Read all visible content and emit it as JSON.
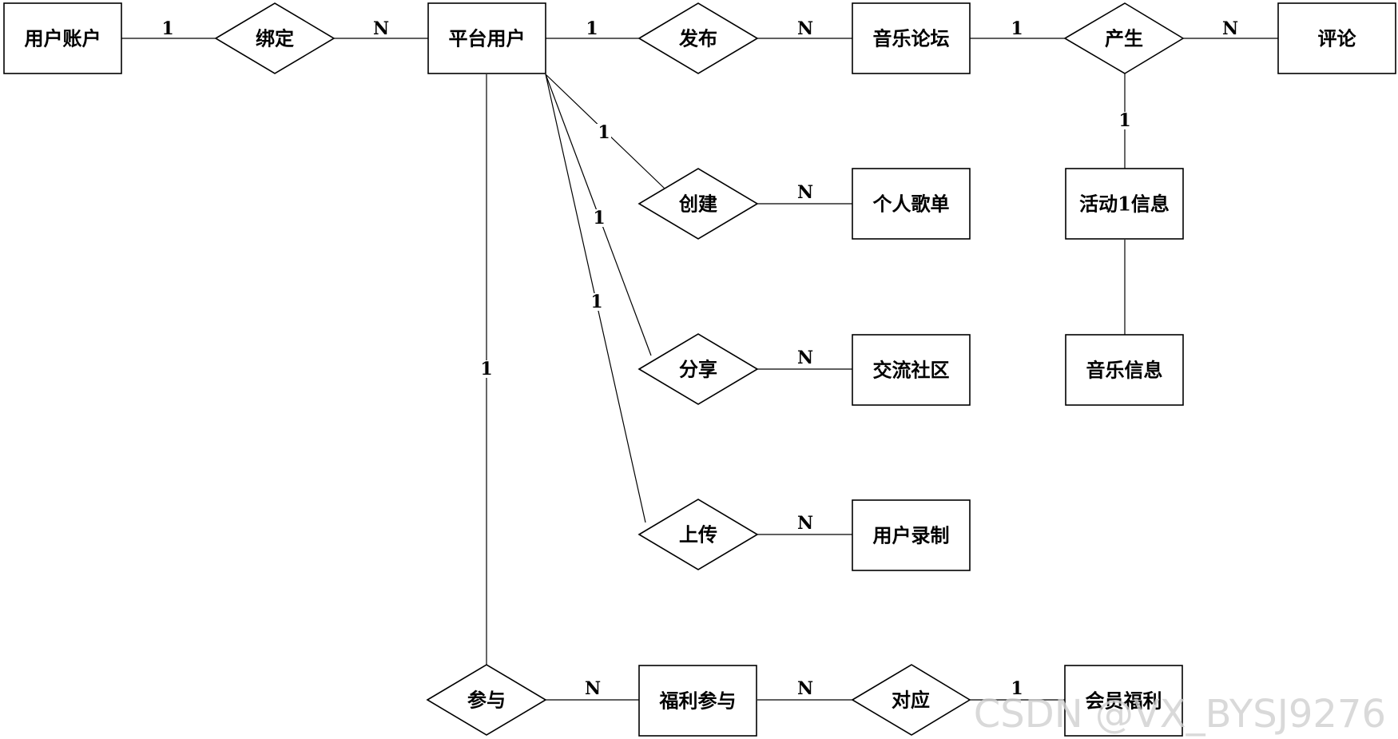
{
  "entities": {
    "user_account": "用户账户",
    "platform_user": "平台用户",
    "music_forum": "音乐论坛",
    "comment": "评论",
    "personal_playlist": "个人歌单",
    "activity_info": "活动1信息",
    "exchange_community": "交流社区",
    "music_info": "音乐信息",
    "user_recording": "用户录制",
    "welfare_participation": "福利参与",
    "member_welfare": "会员福利"
  },
  "relationships": {
    "bind": "绑定",
    "publish": "发布",
    "produce": "产生",
    "create": "创建",
    "share": "分享",
    "upload": "上传",
    "participate": "参与",
    "correspond": "对应"
  },
  "cardinalities": {
    "bind_from": "1",
    "bind_to": "N",
    "publish_from": "1",
    "publish_to": "N",
    "produce_from": "1",
    "produce_to": "N",
    "produce_down": "1",
    "create_from": "1",
    "create_to": "N",
    "share_from": "1",
    "share_to": "N",
    "upload_from": "1",
    "upload_to": "N",
    "participate_from": "1",
    "participate_to": "N",
    "correspond_from": "N",
    "correspond_to": "1"
  },
  "watermark": "CSDN @VX_BYSJ9276"
}
